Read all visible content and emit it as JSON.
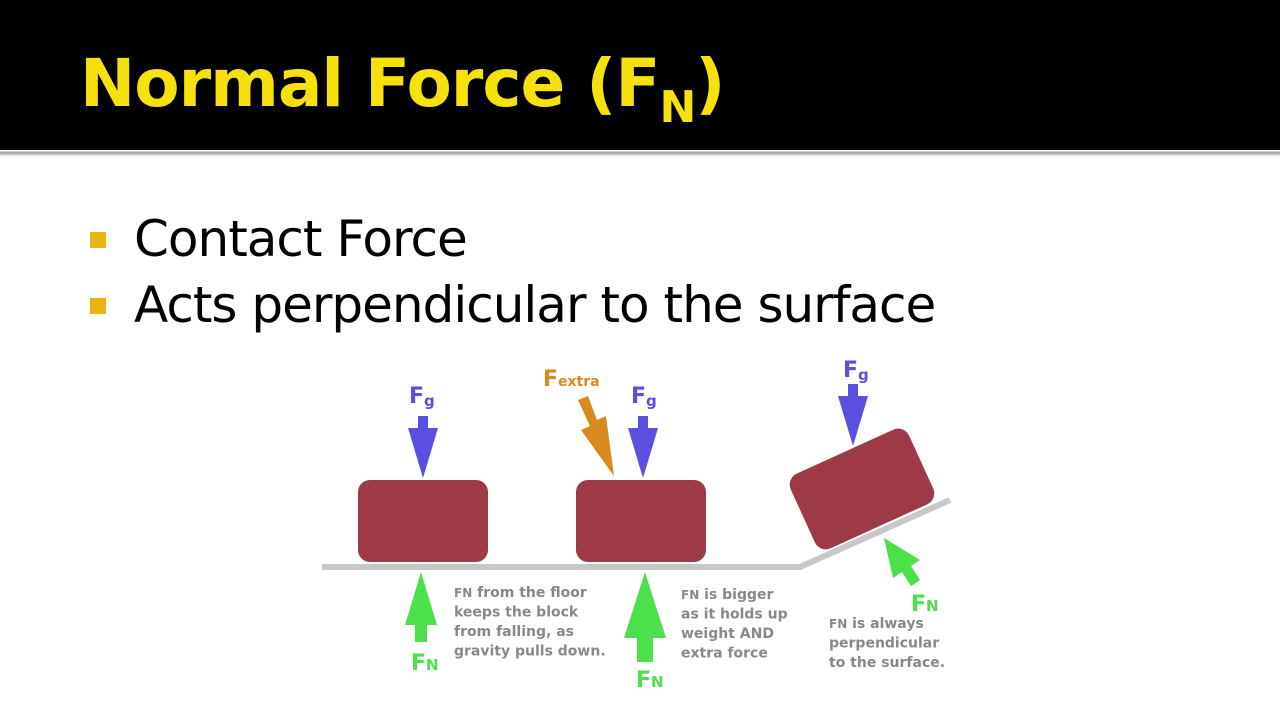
{
  "slide": {
    "title": {
      "main": "Normal Force (F",
      "subscript": "N",
      "close": ")"
    },
    "colors": {
      "title_bar": "#000000",
      "title_text": "#f7e10c",
      "bullet_marker": "#e8b40f",
      "block": "#9e3a47",
      "gravity_arrow": "#5a4fe0",
      "normal_arrow": "#4ce04a",
      "extra_arrow": "#d98a1e",
      "surface": "#c8c8c8",
      "note_text": "#888888"
    },
    "bullets": [
      {
        "text": "Contact Force"
      },
      {
        "text": "Acts perpendicular to the surface"
      }
    ]
  },
  "diagram": {
    "scene1": {
      "gravity_label": {
        "main": "F",
        "sub": "g"
      },
      "normal_label": {
        "main": "F",
        "sub": "N"
      },
      "note": {
        "label": "FN",
        "lines": [
          "from the floor",
          "keeps the block",
          "from falling, as",
          "gravity pulls down."
        ]
      }
    },
    "scene2": {
      "extra_label": {
        "main": "F",
        "sub": "extra"
      },
      "gravity_label": {
        "main": "F",
        "sub": "g"
      },
      "normal_label": {
        "main": "F",
        "sub": "N"
      },
      "note": {
        "label": "FN",
        "lines": [
          "is bigger",
          "as it holds up",
          "weight AND",
          "extra force"
        ]
      }
    },
    "scene3": {
      "gravity_label": {
        "main": "F",
        "sub": "g"
      },
      "normal_label": {
        "main": "F",
        "sub": "N"
      },
      "note": {
        "label": "FN",
        "lines": [
          "is always",
          "perpendicular",
          "to the surface."
        ]
      }
    }
  }
}
